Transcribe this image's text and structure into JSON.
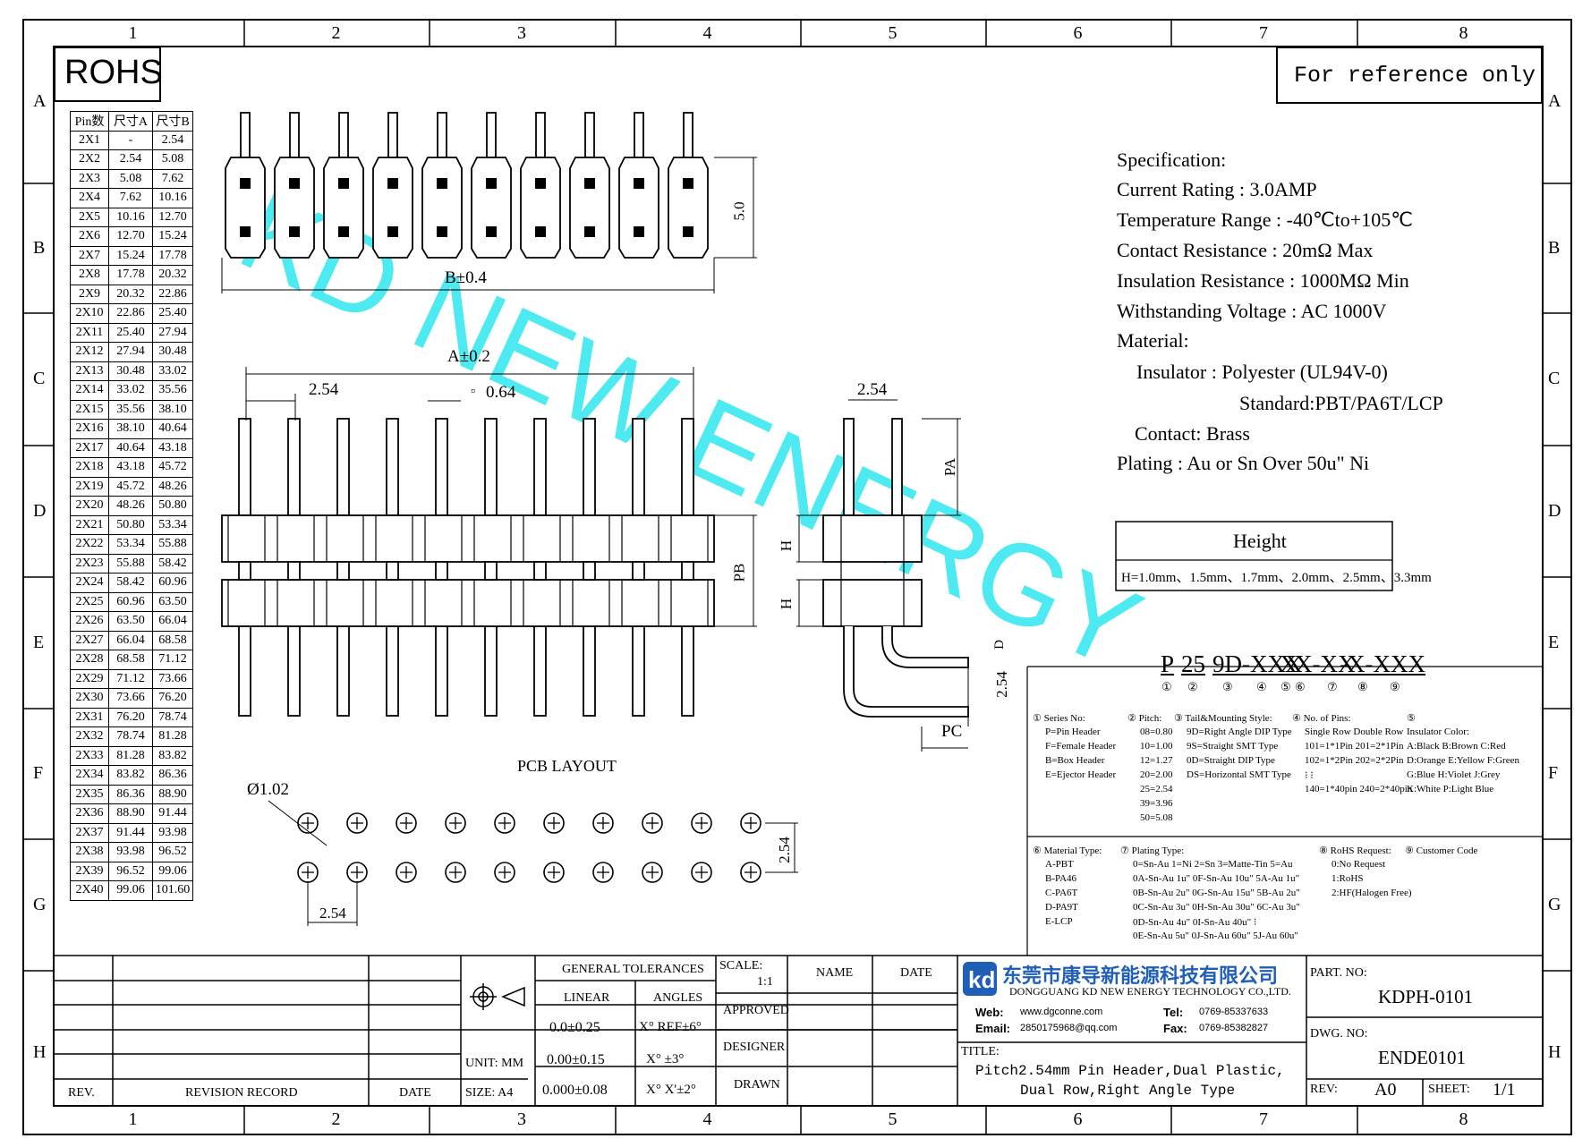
{
  "grid": {
    "cols": [
      "1",
      "2",
      "3",
      "4",
      "5",
      "6",
      "7",
      "8"
    ],
    "rows": [
      "A",
      "B",
      "C",
      "D",
      "E",
      "F",
      "G",
      "H"
    ]
  },
  "rohs": "ROHS",
  "reference": "For reference only",
  "watermark": "KD NEW ENERGY",
  "dim_table": {
    "headers": [
      "Pin数",
      "尺寸A",
      "尺寸B"
    ],
    "rows": [
      [
        "2X1",
        "-",
        "2.54"
      ],
      [
        "2X2",
        "2.54",
        "5.08"
      ],
      [
        "2X3",
        "5.08",
        "7.62"
      ],
      [
        "2X4",
        "7.62",
        "10.16"
      ],
      [
        "2X5",
        "10.16",
        "12.70"
      ],
      [
        "2X6",
        "12.70",
        "15.24"
      ],
      [
        "2X7",
        "15.24",
        "17.78"
      ],
      [
        "2X8",
        "17.78",
        "20.32"
      ],
      [
        "2X9",
        "20.32",
        "22.86"
      ],
      [
        "2X10",
        "22.86",
        "25.40"
      ],
      [
        "2X11",
        "25.40",
        "27.94"
      ],
      [
        "2X12",
        "27.94",
        "30.48"
      ],
      [
        "2X13",
        "30.48",
        "33.02"
      ],
      [
        "2X14",
        "33.02",
        "35.56"
      ],
      [
        "2X15",
        "35.56",
        "38.10"
      ],
      [
        "2X16",
        "38.10",
        "40.64"
      ],
      [
        "2X17",
        "40.64",
        "43.18"
      ],
      [
        "2X18",
        "43.18",
        "45.72"
      ],
      [
        "2X19",
        "45.72",
        "48.26"
      ],
      [
        "2X20",
        "48.26",
        "50.80"
      ],
      [
        "2X21",
        "50.80",
        "53.34"
      ],
      [
        "2X22",
        "53.34",
        "55.88"
      ],
      [
        "2X23",
        "55.88",
        "58.42"
      ],
      [
        "2X24",
        "58.42",
        "60.96"
      ],
      [
        "2X25",
        "60.96",
        "63.50"
      ],
      [
        "2X26",
        "63.50",
        "66.04"
      ],
      [
        "2X27",
        "66.04",
        "68.58"
      ],
      [
        "2X28",
        "68.58",
        "71.12"
      ],
      [
        "2X29",
        "71.12",
        "73.66"
      ],
      [
        "2X30",
        "73.66",
        "76.20"
      ],
      [
        "2X31",
        "76.20",
        "78.74"
      ],
      [
        "2X32",
        "78.74",
        "81.28"
      ],
      [
        "2X33",
        "81.28",
        "83.82"
      ],
      [
        "2X34",
        "83.82",
        "86.36"
      ],
      [
        "2X35",
        "86.36",
        "88.90"
      ],
      [
        "2X36",
        "88.90",
        "91.44"
      ],
      [
        "2X37",
        "91.44",
        "93.98"
      ],
      [
        "2X38",
        "93.98",
        "96.52"
      ],
      [
        "2X39",
        "96.52",
        "99.06"
      ],
      [
        "2X40",
        "99.06",
        "101.60"
      ]
    ]
  },
  "dims": {
    "top_height": "5.0",
    "b": "B±0.4",
    "a": "A±0.2",
    "pitch": "2.54",
    "pin": "0.64",
    "pin_sym": "▫",
    "side_pitch": "2.54",
    "pa": "PA",
    "pb": "PB",
    "h": "H",
    "d": "D",
    "pc": "PC",
    "side_254": "2.54",
    "pcb_title": "PCB LAYOUT",
    "hole": "Ø1.02",
    "pcb_v": "2.54",
    "pcb_h": "2.54"
  },
  "spec": {
    "lines": [
      "Specification:",
      "Current Rating : 3.0AMP",
      "Temperature Range : -40℃to+105℃",
      "Contact Resistance : 20mΩ Max",
      "Insulation Resistance : 1000MΩ Min",
      "Withstanding Voltage : AC 1000V",
      "Material:",
      "Insulator : Polyester (UL94V-0)",
      "Standard:PBT/PA6T/LCP",
      "Contact: Brass",
      "Plating : Au or Sn Over 50u\" Ni"
    ]
  },
  "height_box": {
    "title": "Height",
    "values": "H=1.0mm、1.5mm、1.7mm、2.0mm、2.5mm、3.3mm"
  },
  "part_code": {
    "chars": [
      "P",
      "25",
      "9D-XXX",
      "X",
      "X-XX",
      "-X-XXX"
    ],
    "nums": [
      "①",
      "②",
      "③",
      "④",
      "⑤",
      "⑥",
      "⑦",
      "⑧",
      "⑨"
    ]
  },
  "legend": {
    "series": [
      "① Series No:",
      "P=Pin Header",
      "F=Female Header",
      "B=Box Header",
      "E=Ejector Header"
    ],
    "pitch": [
      "② Pitch:",
      "08=0.80",
      "10=1.00",
      "12=1.27",
      "20=2.00",
      "25=2.54",
      "39=3.96",
      "50=5.08"
    ],
    "tail": [
      "③ Tail&Mounting Style:",
      "9D=Right Angle DIP Type",
      "9S=Straight SMT Type",
      "0D=Straight DIP Type",
      "DS=Horizontal SMT Type"
    ],
    "pins": [
      "④ No. of Pins:",
      "Single Row   Double Row",
      "101=1*1Pin   201=2*1Pin",
      "102=1*2Pin   202=2*2Pin",
      "⁝        ⁝",
      "140=1*40pin  240=2*40pin"
    ],
    "insulator": [
      "⑤",
      "Insulator Color:",
      "A:Black B:Brown C:Red",
      "D:Orange E:Yellow F:Green",
      "G:Blue H:Violet J:Grey",
      "K:White P:Light Blue"
    ],
    "material": [
      "⑥ Material Type:",
      "A-PBT",
      "B-PA46",
      "C-PA6T",
      "D-PA9T",
      "E-LCP"
    ],
    "plating": [
      "⑦ Plating Type:",
      "0=Sn-Au 1=Ni 2=Sn 3=Matte-Tin 5=Au",
      "0A-Sn-Au 1u\" 0F-Sn-Au 10u\" 5A-Au 1u\"",
      "0B-Sn-Au 2u\" 0G-Sn-Au 15u\" 5B-Au 2u\"",
      "0C-Sn-Au 3u\" 0H-Sn-Au 30u\" 6C-Au 3u\"",
      "0D-Sn-Au 4u\" 0I-Sn-Au 40u\"     ⁝",
      "0E-Sn-Au 5u\" 0J-Sn-Au 60u\" 5J-Au 60u\""
    ],
    "rohs": [
      "⑧ RoHS Request:",
      "0:No Request",
      "1:RoHS",
      "2:HF(Halogen Free)"
    ],
    "customer": [
      "⑨ Customer Code"
    ]
  },
  "title_block": {
    "rev": "REV.",
    "revision_record": "REVISION RECORD",
    "date": "DATE",
    "unit": "UNIT: MM",
    "size": "SIZE: A4",
    "general_tol": "GENERAL TOLERANCES",
    "linear": "LINEAR",
    "angles": "ANGLES",
    "tol1": "0.0±0.25",
    "tol2": "0.00±0.15",
    "tol3": "0.000±0.08",
    "ang1": "X° REF±6°",
    "ang2": "X° ±3°",
    "ang3": "X° X'±2°",
    "scale_label": "SCALE:",
    "scale": "1:1",
    "name": "NAME",
    "date2": "DATE",
    "approved": "APPROVED",
    "designer": "DESIGNER",
    "drawn": "DRAWN",
    "company_cn": "东莞市康导新能源科技有限公司",
    "company_en": "DONGGUANG KD NEW ENERGY TECHNOLOGY CO.,LTD.",
    "web_label": "Web:",
    "web": "www.dgconne.com",
    "email_label": "Email:",
    "email": "2850175968@qq.com",
    "tel_label": "Tel:",
    "tel": "0769-85337633",
    "fax_label": "Fax:",
    "fax": "0769-85382827",
    "title_label": "TITLE:",
    "title1": "Pitch2.54mm Pin Header,Dual Plastic,",
    "title2": "Dual Row,Right Angle Type",
    "part_no_label": "PART. NO:",
    "part_no": "KDPH-0101",
    "dwg_no_label": "DWG. NO:",
    "dwg_no": "ENDE0101",
    "rev_label": "REV:",
    "rev_val": "A0",
    "sheet_label": "SHEET:",
    "sheet": "1/1"
  },
  "colors": {
    "watermark": "#2ee6ee",
    "logo": "#1f5fb8"
  }
}
